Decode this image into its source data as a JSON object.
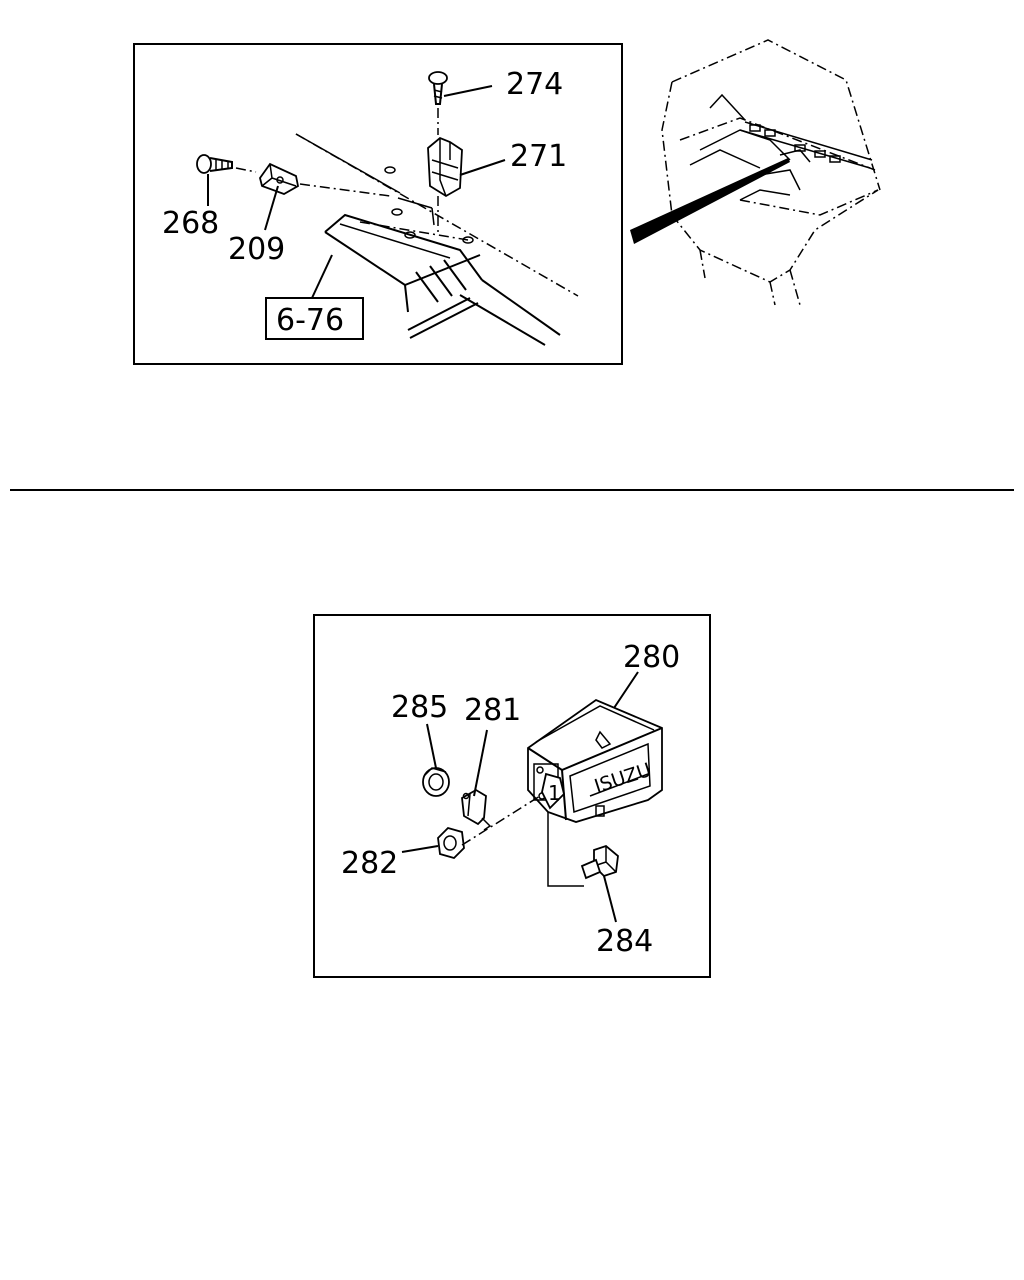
{
  "diagram": {
    "top_panel": {
      "callouts": {
        "c274": "274",
        "c271": "271",
        "c268": "268",
        "c209": "209",
        "ref_box": "6-76"
      }
    },
    "bottom_panel": {
      "callouts": {
        "c280": "280",
        "c285": "285",
        "c281": "281",
        "c282": "282",
        "c284": "284"
      },
      "brand_text": "ISUZU",
      "tag_text": "1"
    }
  }
}
